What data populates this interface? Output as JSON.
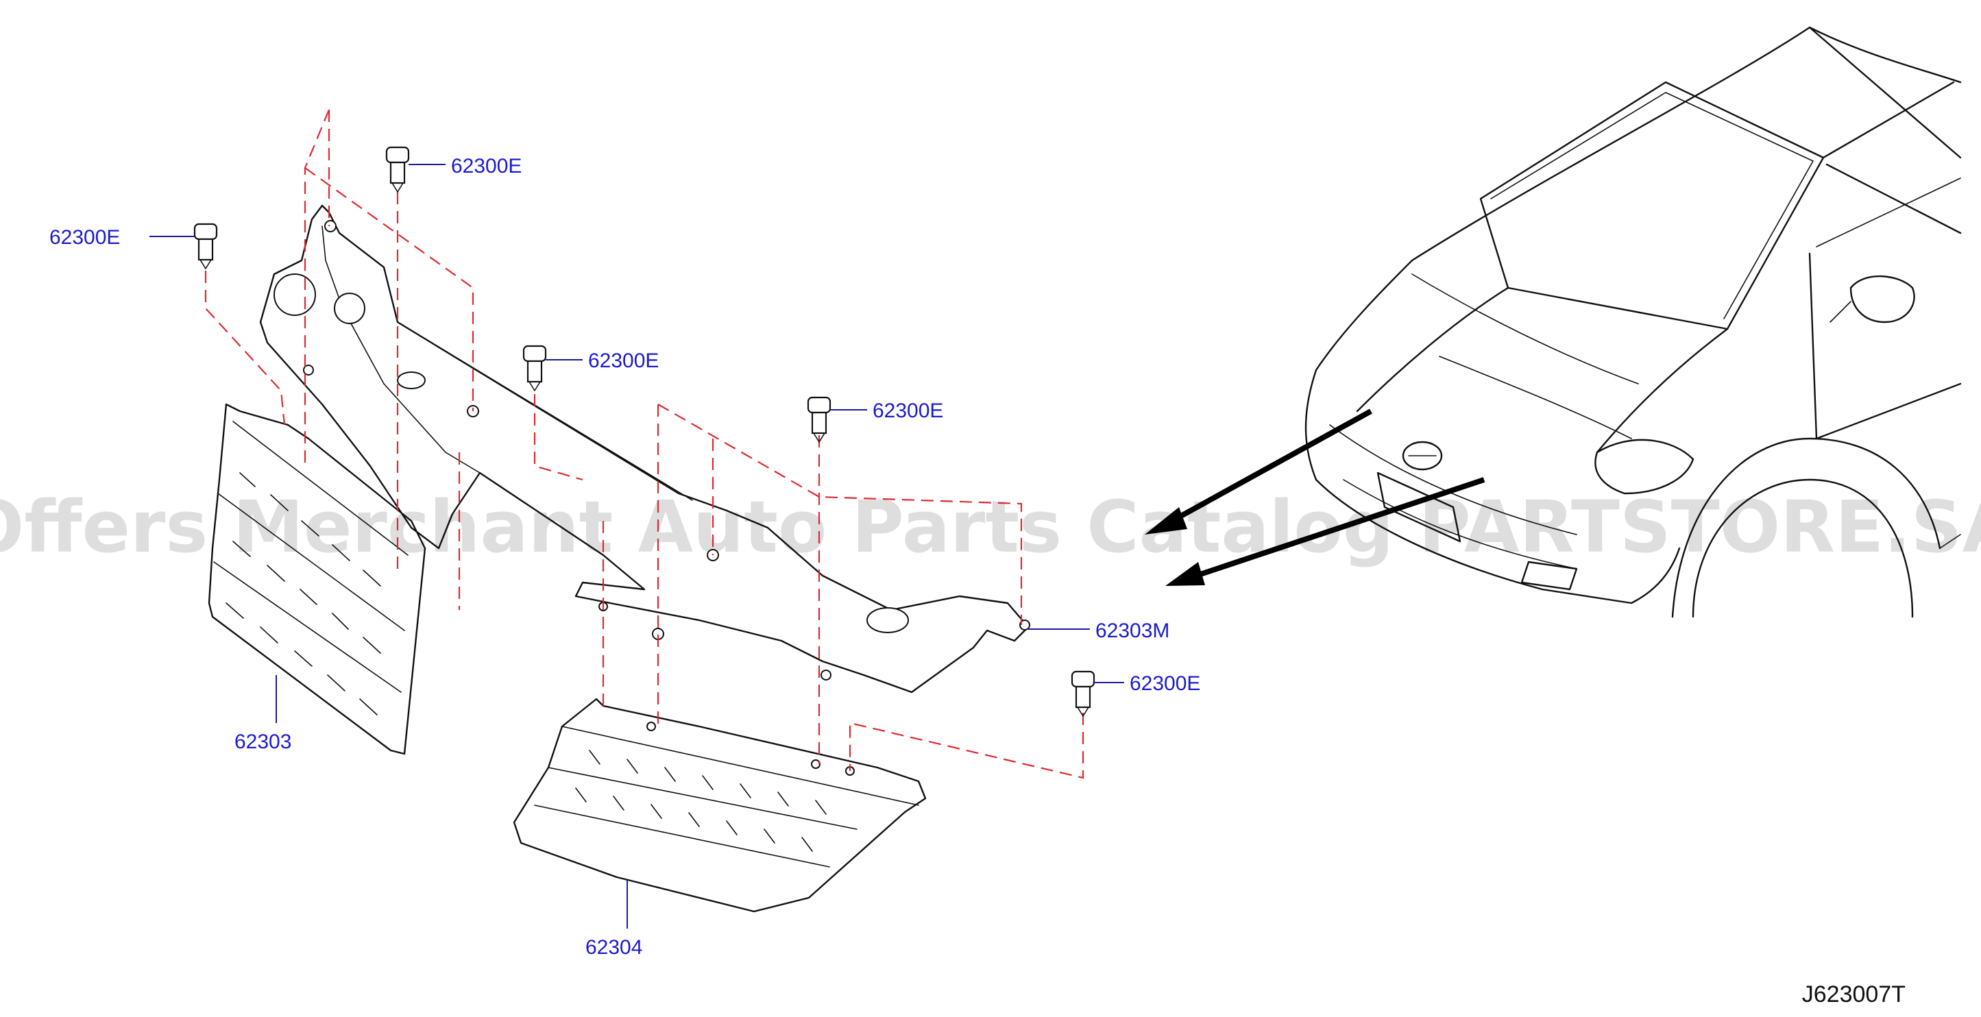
{
  "watermark": "Offers Merchant Auto Parts Catalog PARTSTORE.SA",
  "diagram_code": "J623007T",
  "colors": {
    "part_label": "#1a1ad0",
    "dashed_lines": "#e0282e",
    "outline": "#111111"
  },
  "labels": {
    "clip_top_left": "62300E",
    "clip_top": "62300E",
    "clip_mid": "62300E",
    "clip_mid_right": "62300E",
    "clip_right": "62300E",
    "bracket": "62303M",
    "grille_upper": "62303",
    "grille_lower": "62304"
  }
}
